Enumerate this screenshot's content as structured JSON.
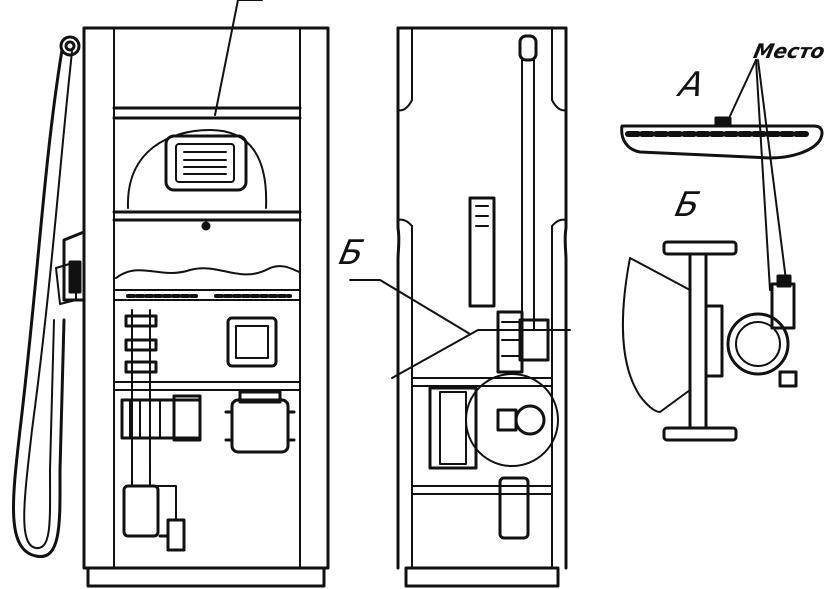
{
  "labels": {
    "top_right": "Место",
    "view_a": "А",
    "view_b": "Б",
    "callout_b": "Б"
  },
  "colors": {
    "ink": "#111111",
    "paper": "#ffffff"
  }
}
